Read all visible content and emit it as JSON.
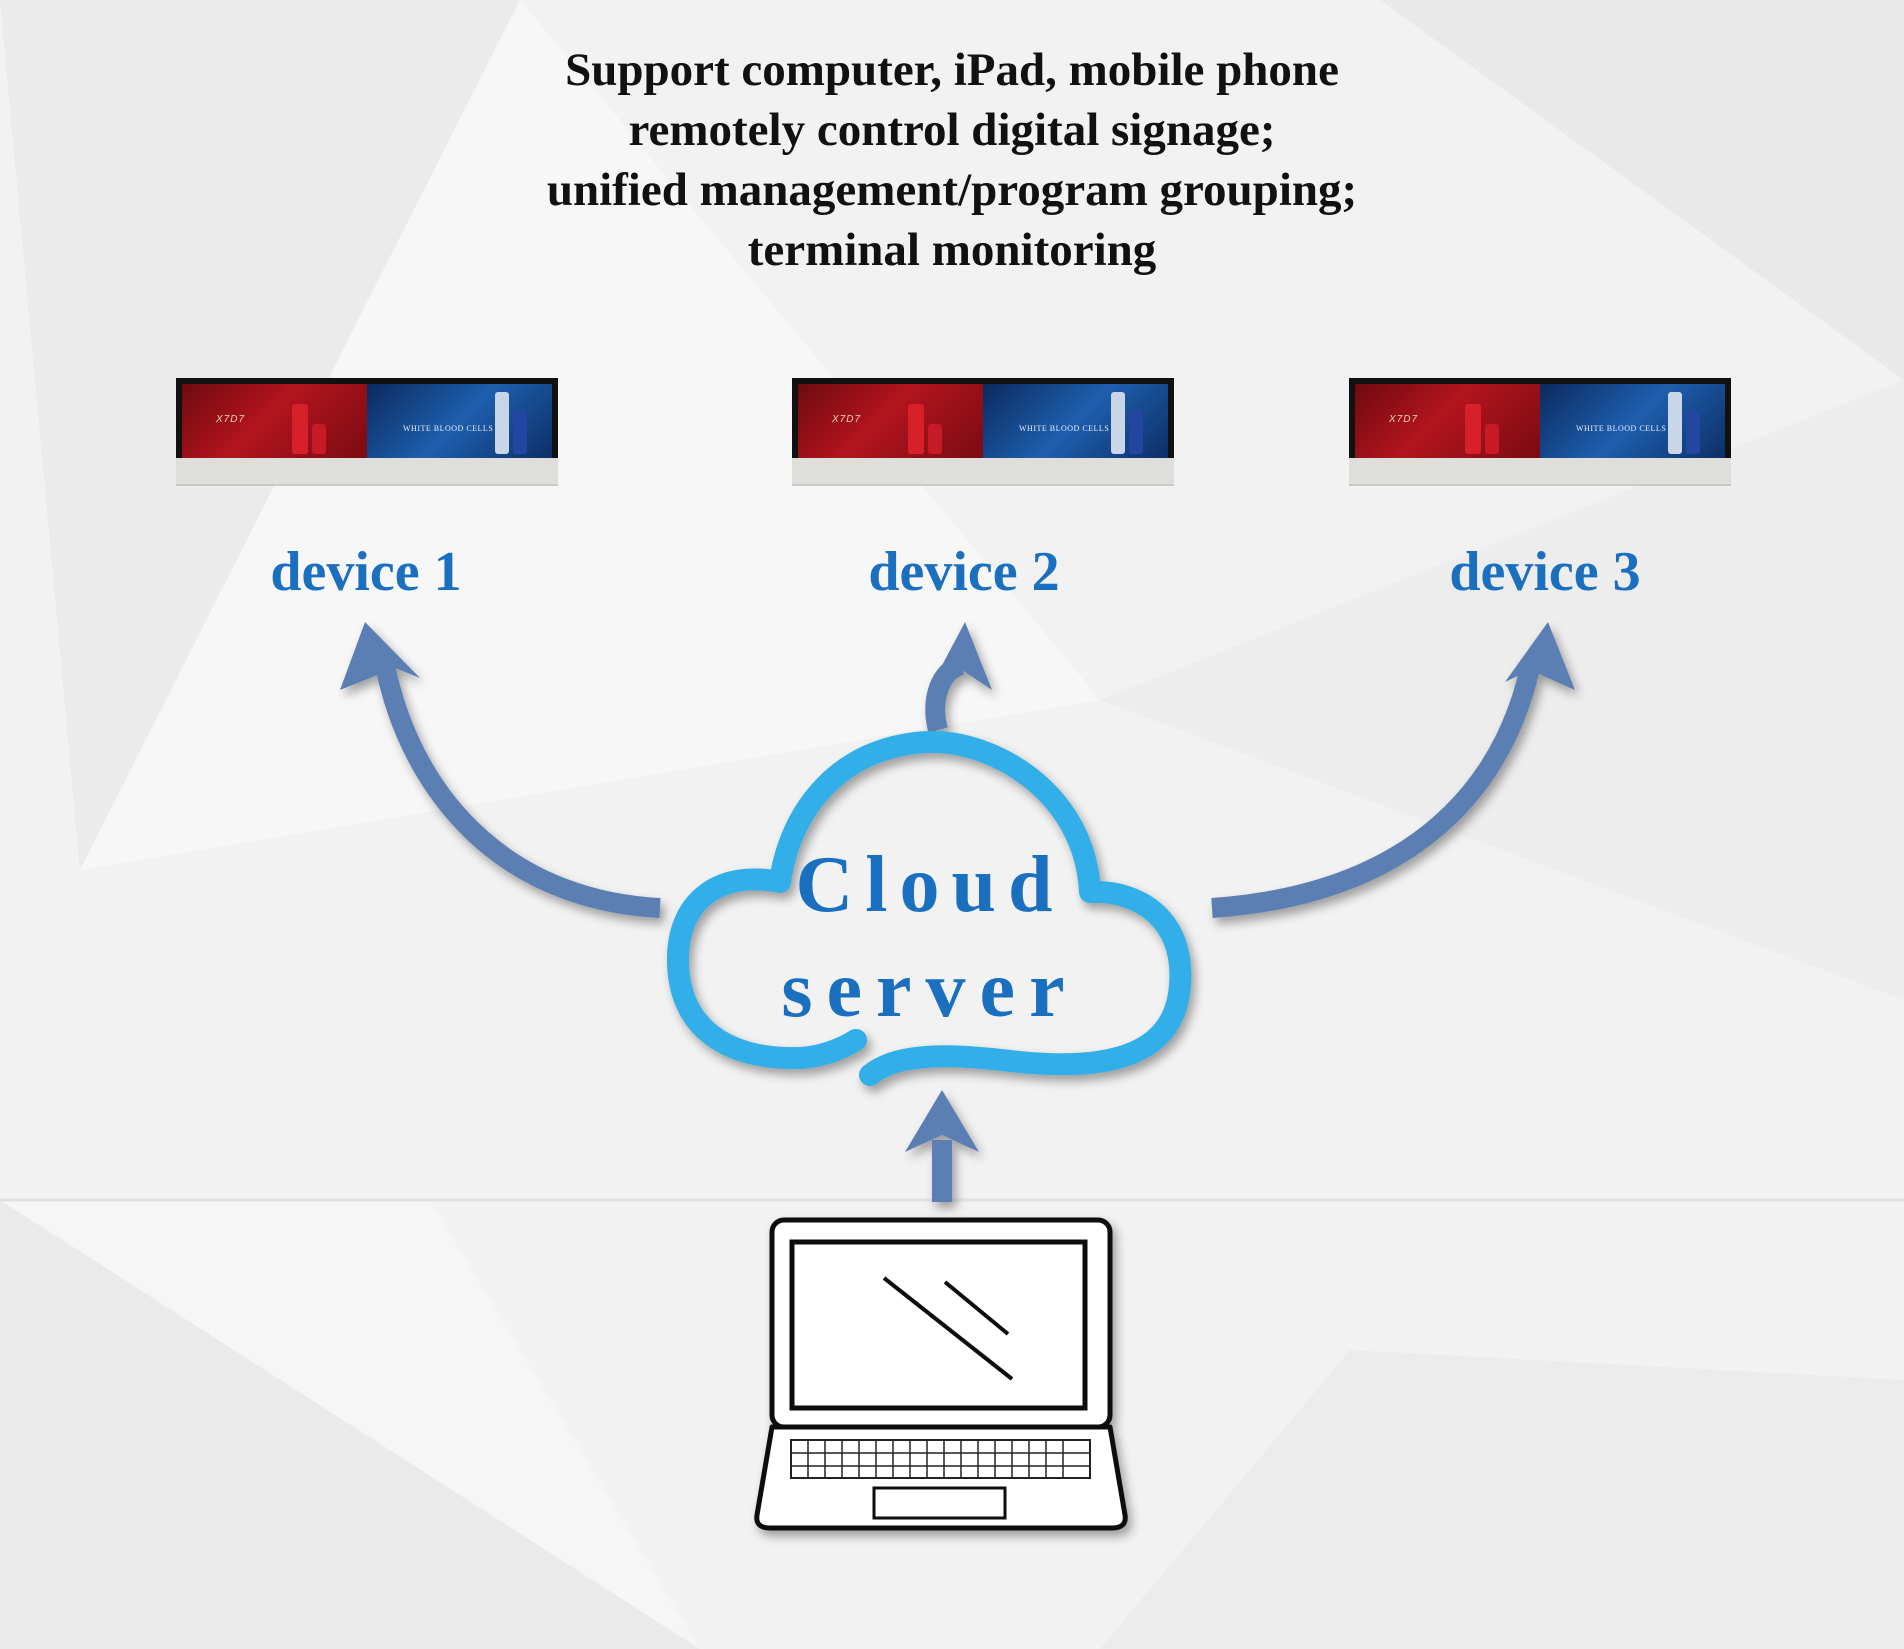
{
  "headline": {
    "lines": [
      "Support computer, iPad, mobile phone",
      "remotely control digital signage;",
      "unified management/program grouping;",
      "terminal monitoring"
    ]
  },
  "devices": [
    {
      "label": "device 1",
      "ad_brand": "X7D7",
      "ad_tag": "WHITE BLOOD CELLS"
    },
    {
      "label": "device 2",
      "ad_brand": "X7D7",
      "ad_tag": "WHITE BLOOD CELLS"
    },
    {
      "label": "device 3",
      "ad_brand": "X7D7",
      "ad_tag": "WHITE BLOOD CELLS"
    }
  ],
  "cloud": {
    "line1": "Cloud",
    "line2": "server",
    "color": "#33aee8"
  },
  "colors": {
    "label_blue": "#1a6fbf",
    "arrow_blue": "#5b7fb3"
  },
  "icons": {
    "laptop": "laptop-icon",
    "cloud": "cloud-icon"
  }
}
